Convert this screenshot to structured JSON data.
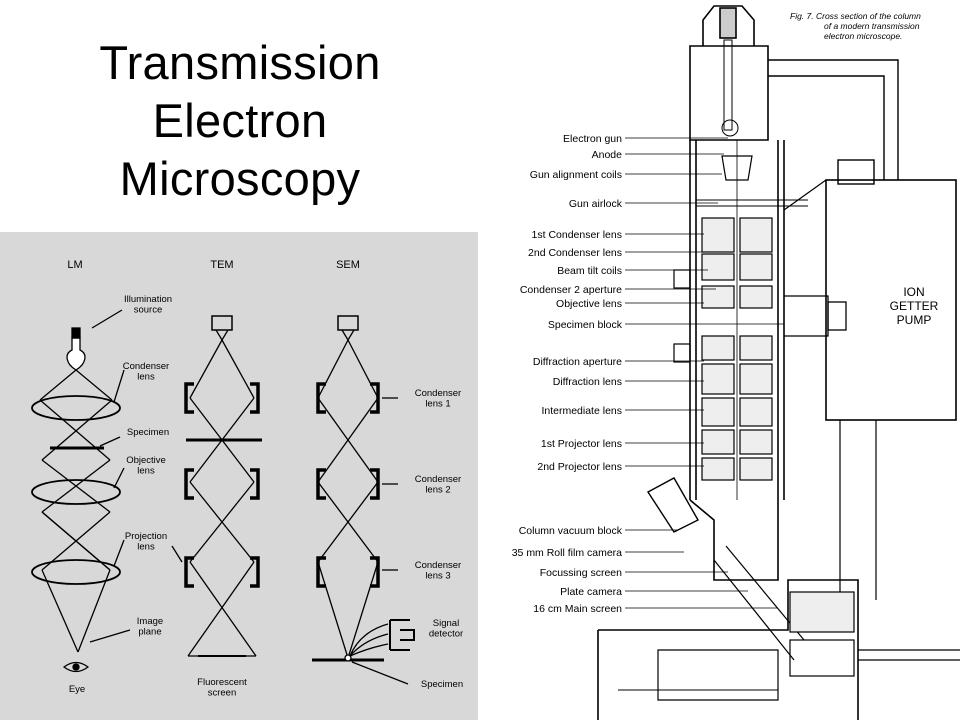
{
  "slide": {
    "title_lines": [
      "Transmission",
      "Electron",
      "Microscopy"
    ]
  },
  "comparison_diagram": {
    "column_headers": [
      "LM",
      "TEM",
      "SEM"
    ],
    "lm_labels": [
      "Illumination\nsource",
      "Condenser\nlens",
      "Specimen",
      "Objective\nlens",
      "Projection\nlens",
      "Image\nplane",
      "Eye"
    ],
    "tem_labels": [
      "Fluorescent\nscreen"
    ],
    "sem_labels": [
      "Condenser\nlens 1",
      "Condenser\nlens 2",
      "Condenser\nlens 3",
      "Signal\ndetector",
      "Specimen"
    ]
  },
  "column_diagram": {
    "figure_caption": [
      "Fig. 7.  Cross section of the column",
      "of a modern transmission",
      "electron microscope."
    ],
    "pump_label": [
      "ION",
      "GETTER",
      "PUMP"
    ],
    "component_labels": [
      "Electron gun",
      "Anode",
      "Gun alignment coils",
      "Gun airlock",
      "1st Condenser lens",
      "2nd Condenser lens",
      "Beam tilt coils",
      "Condenser 2 aperture",
      "Objective lens",
      "Specimen block",
      "Diffraction aperture",
      "Diffraction lens",
      "Intermediate lens",
      "1st Projector lens",
      "2nd Projector lens",
      "Column vacuum block",
      "35 mm Roll film camera",
      "Focussing screen",
      "Plate camera",
      "16 cm Main screen"
    ]
  }
}
